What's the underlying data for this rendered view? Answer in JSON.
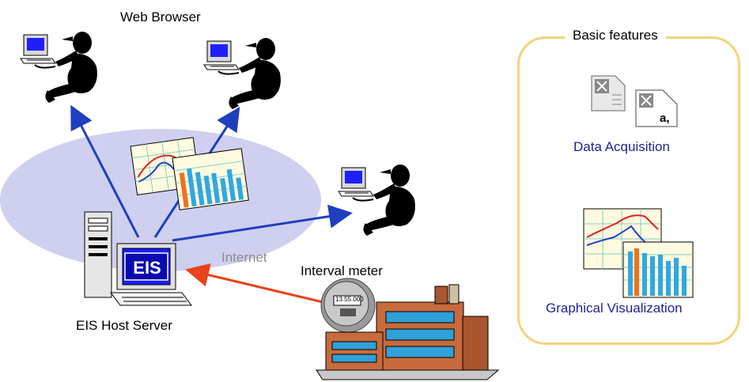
{
  "diagram": {
    "web_browser_label": "Web Browser",
    "internet_label": "Internet",
    "eis_screen_text": "EIS",
    "host_server_label": "EIS Host Server",
    "interval_meter_label": "Interval meter",
    "meter_display_text": "13.55.000"
  },
  "features": {
    "title": "Basic features",
    "item1_label": "Data Acquisition",
    "item2_label": "Graphical Visualization",
    "file_icon_letter": "a,"
  },
  "colors": {
    "ellipse_fill": "#cfcff0",
    "arrow_blue": "#1f3fbf",
    "arrow_red": "#e8431a",
    "feature_border": "#f6d27a",
    "feature_text": "#1f1f9a"
  }
}
